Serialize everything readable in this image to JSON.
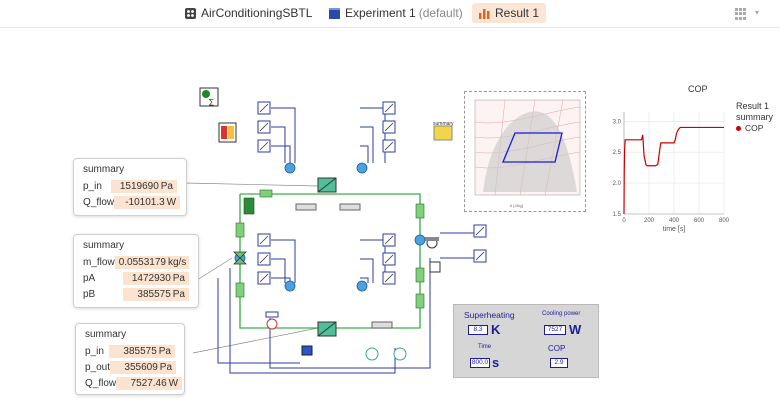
{
  "tabs": [
    {
      "label": "AirConditioningSBTL",
      "sub": "",
      "icon": "model-icon"
    },
    {
      "label": "Experiment 1",
      "sub": "(default)",
      "icon": "experiment-icon"
    },
    {
      "label": "Result 1",
      "sub": "",
      "icon": "bar-chart-icon"
    }
  ],
  "summaries": [
    {
      "title": "summary",
      "rows": [
        {
          "name": "p_in",
          "value": "1519690",
          "unit": "Pa"
        },
        {
          "name": "Q_flow",
          "value": "-10101.3",
          "unit": "W"
        }
      ]
    },
    {
      "title": "summary",
      "rows": [
        {
          "name": "m_flow",
          "value": "0.0553179",
          "unit": "kg/s"
        },
        {
          "name": "pA",
          "value": "1472930",
          "unit": "Pa"
        },
        {
          "name": "pB",
          "value": "385575",
          "unit": "Pa"
        }
      ]
    },
    {
      "title": "summary",
      "rows": [
        {
          "name": "p_in",
          "value": "385575",
          "unit": "Pa"
        },
        {
          "name": "p_out",
          "value": "355609",
          "unit": "Pa"
        },
        {
          "name": "Q_flow",
          "value": "7527.46",
          "unit": "W"
        }
      ]
    }
  ],
  "dashboard": {
    "superheating_label": "Superheating",
    "superheating_value": "8.3",
    "superheating_unit": "K",
    "cooling_label": "Cooling power",
    "cooling_value": "7527",
    "cooling_unit": "W",
    "time_label": "Time",
    "time_value": "800.0",
    "time_unit": "s",
    "cop_label": "COP",
    "cop_value": "2.9"
  },
  "chart_data": {
    "type": "line",
    "title": "COP",
    "xlabel": "time [s]",
    "ylabel": "",
    "xlim": [
      0,
      800
    ],
    "ylim": [
      1.5,
      3.0
    ],
    "xticks": [
      "0",
      "200",
      "400",
      "600",
      "800"
    ],
    "yticks": [
      "1.5",
      "2.0",
      "2.5",
      "3.0"
    ],
    "legend_title": "Result 1",
    "legend_subtitle": "summary",
    "series": [
      {
        "name": "COP",
        "color": "#cc0000",
        "x": [
          0,
          2,
          5,
          10,
          20,
          140,
          150,
          160,
          175,
          185,
          200,
          250,
          270,
          280,
          290,
          295,
          300,
          400,
          410,
          420,
          430,
          440,
          450,
          460,
          800
        ],
        "y": [
          1.5,
          2.2,
          2.55,
          2.7,
          2.7,
          2.7,
          2.78,
          2.45,
          2.3,
          2.28,
          2.28,
          2.28,
          2.3,
          2.45,
          2.6,
          2.65,
          2.65,
          2.65,
          2.7,
          2.8,
          2.85,
          2.88,
          2.9,
          2.9,
          2.9
        ]
      }
    ]
  }
}
